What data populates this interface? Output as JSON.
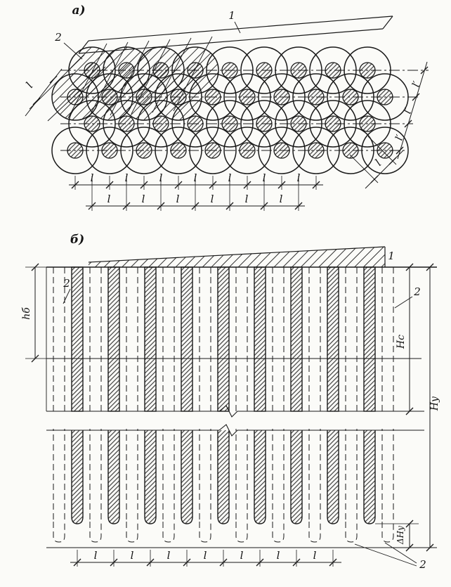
{
  "labels": {
    "part_a": "а)",
    "part_b": "б)",
    "one": "1",
    "two": "2",
    "l": "l",
    "l_prime": "l′",
    "h_b": "hб",
    "H_c": "Нс",
    "H_u": "Ну",
    "dH_u": "ΔНу"
  }
}
